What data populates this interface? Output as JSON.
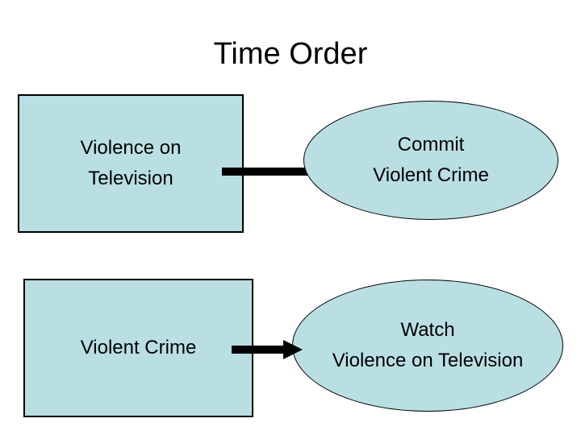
{
  "slide": {
    "title": "Time Order",
    "background_color": "#ffffff"
  },
  "theme": {
    "shape_fill": "#b9dfe3",
    "shape_stroke": "#000000",
    "text_color": "#000000",
    "arrow_color": "#000000"
  },
  "diagram": {
    "type": "flow",
    "rows": [
      {
        "cause_label": "Violence on\nTelevision",
        "effect_label": "Commit\nViolent Crime",
        "connector": "arrow-right"
      },
      {
        "cause_label": "Violent Crime",
        "effect_label": "Watch\nViolence on Television",
        "connector": "arrow-right"
      }
    ],
    "nodes": {
      "violence_on_television": {
        "label": "Violence on\nTelevision",
        "shape": "rectangle"
      },
      "commit_violent_crime": {
        "label": "Commit\nViolent Crime",
        "shape": "ellipse"
      },
      "violent_crime": {
        "label": "Violent Crime",
        "shape": "rectangle"
      },
      "watch_violence_on_television": {
        "label": "Watch\nViolence on Television",
        "shape": "ellipse"
      }
    },
    "arrows": [
      {
        "name": "tv-to-crime",
        "from": "violence_on_television",
        "to": "commit_violent_crime"
      },
      {
        "name": "crime-to-tv",
        "from": "violent_crime",
        "to": "watch_violence_on_television"
      }
    ]
  }
}
